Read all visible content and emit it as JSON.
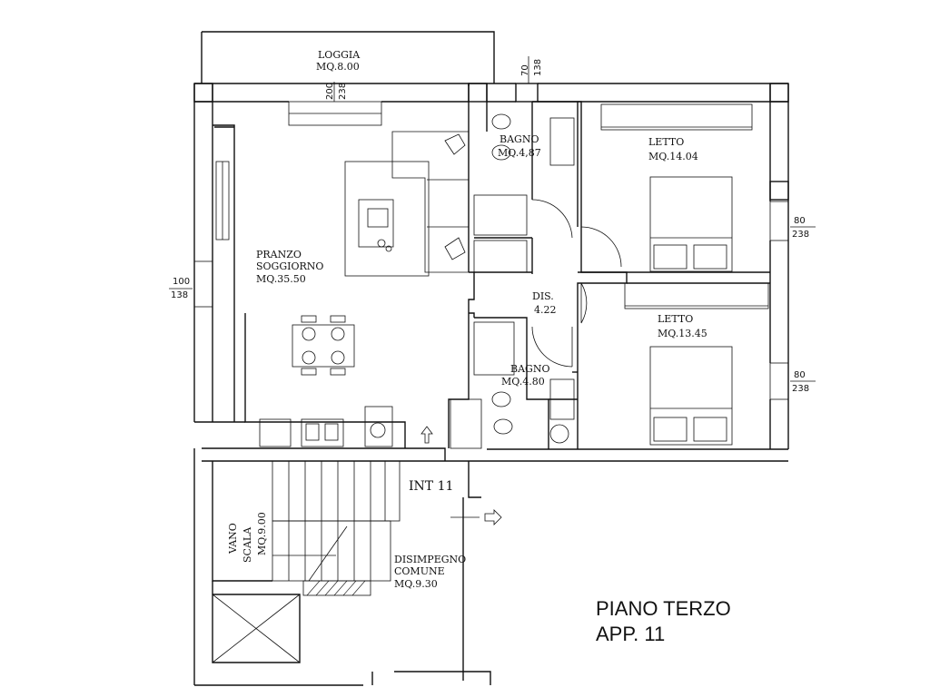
{
  "rooms": {
    "loggia": {
      "name": "LOGGIA",
      "area": "MQ.8.00"
    },
    "soggiorno": {
      "name1": "PRANZO",
      "name2": "SOGGIORNO",
      "area": "MQ.35.50"
    },
    "bagno1": {
      "name": "BAGNO",
      "area": "MQ.4,87"
    },
    "letto1": {
      "name": "LETTO",
      "area": "MQ.14.04"
    },
    "dis": {
      "name": "DIS.",
      "area": "4.22"
    },
    "letto2": {
      "name": "LETTO",
      "area": "MQ.13.45"
    },
    "bagno2": {
      "name": "BAGNO",
      "area": "MQ.4.80"
    },
    "vano_scala": {
      "name1": "VANO",
      "name2": "SCALA",
      "area": "MQ.9.00"
    },
    "disimpegno": {
      "name1": "DISIMPEGNO",
      "name2": "COMUNE",
      "area": "MQ.9.30"
    }
  },
  "dimensions": {
    "loggia_window": {
      "top": "200",
      "bottom": "238"
    },
    "bagno_window": {
      "top": "70",
      "bottom": "138"
    },
    "left_window": {
      "top": "100",
      "bottom": "138"
    },
    "letto1_window": {
      "top": "80",
      "bottom": "238"
    },
    "letto2_window": {
      "top": "80",
      "bottom": "238"
    }
  },
  "entrance": {
    "label": "INT  11"
  },
  "title": {
    "line1": "PIANO TERZO",
    "line2": "APP.  11"
  }
}
